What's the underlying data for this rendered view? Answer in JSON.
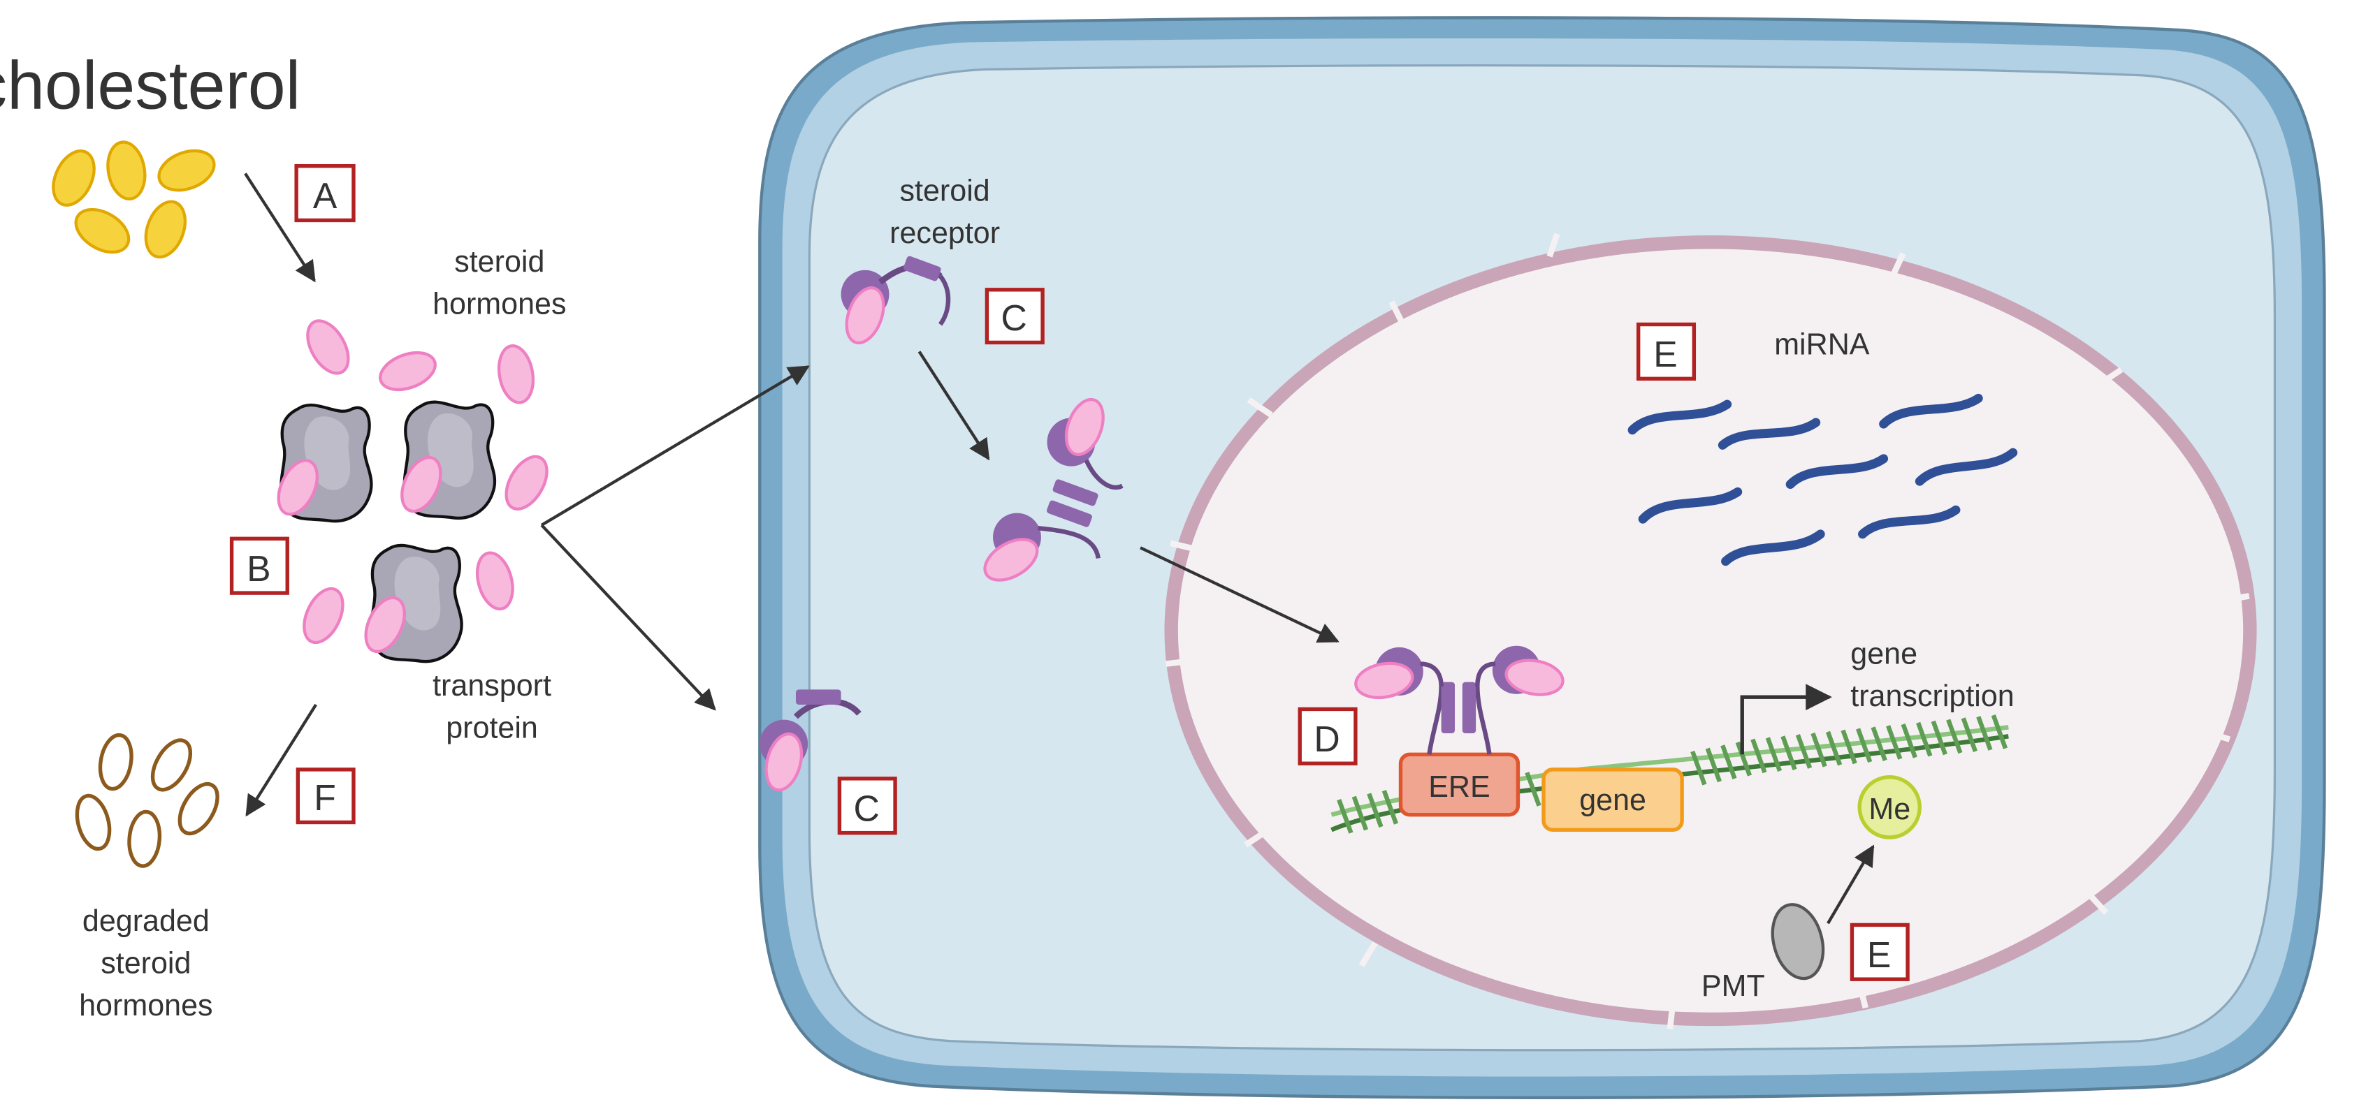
{
  "labels": {
    "cholesterol": "cholesterol",
    "steroid_hormones_1": "steroid",
    "steroid_hormones_2": "hormones",
    "transport_protein_1": "transport",
    "transport_protein_2": "protein",
    "degraded_1": "degraded",
    "degraded_2": "steroid",
    "degraded_3": "hormones",
    "steroid_receptor_1": "steroid",
    "steroid_receptor_2": "receptor",
    "mirna": "miRNA",
    "gene_transcription_1": "gene",
    "gene_transcription_2": "transcription",
    "ere": "ERE",
    "gene": "gene",
    "me": "Me",
    "pmt": "PMT"
  },
  "boxes": {
    "a": "A",
    "b": "B",
    "c_upper": "C",
    "c_lower": "C",
    "d": "D",
    "e_mirna": "E",
    "e_pmt": "E",
    "f": "F"
  },
  "colors": {
    "cell_membrane": "#7aaac9",
    "cytoplasm": "#d6e7f0",
    "nuclear_envelope": "#c9a5b7",
    "nucleoplasm": "#f5f1f3",
    "cholesterol": "#f6d33c",
    "steroid_hormone": "#f7b9dc",
    "transport_protein": "#a9a7b6",
    "receptor": "#8e66ac",
    "degraded": "#8d5a1e",
    "mirna": "#2f4f97",
    "dna": "#5f9d55",
    "ere": "#efa590",
    "gene_box": "#fbd08f",
    "me": "#e5ef9e",
    "pmt": "#b7b7b7",
    "box_border": "#b22222",
    "arrow": "#333333"
  }
}
